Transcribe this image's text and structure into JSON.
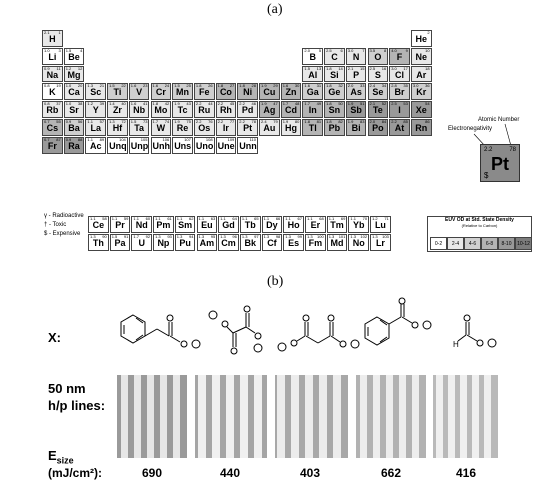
{
  "panel_a_label": "(a)",
  "panel_b_label": "(b)",
  "elements": [
    {
      "sym": "H",
      "num": "1",
      "en": "2.1",
      "row": 0,
      "col": 0,
      "shade": 1
    },
    {
      "sym": "He",
      "num": "2",
      "en": "",
      "row": 0,
      "col": 17,
      "shade": 0
    },
    {
      "sym": "Li",
      "num": "3",
      "en": "1.0",
      "row": 1,
      "col": 0,
      "shade": 0
    },
    {
      "sym": "Be",
      "num": "4",
      "en": "1.5",
      "row": 1,
      "col": 1,
      "shade": 0
    },
    {
      "sym": "B",
      "num": "5",
      "en": "2.0",
      "row": 1,
      "col": 12,
      "shade": 0
    },
    {
      "sym": "C",
      "num": "6",
      "en": "2.5",
      "row": 1,
      "col": 13,
      "shade": 1
    },
    {
      "sym": "N",
      "num": "7",
      "en": "3.0",
      "row": 1,
      "col": 14,
      "shade": 1
    },
    {
      "sym": "O",
      "num": "8",
      "en": "3.5",
      "row": 1,
      "col": 15,
      "shade": 2
    },
    {
      "sym": "F",
      "num": "9",
      "en": "4.0",
      "row": 1,
      "col": 16,
      "shade": 3
    },
    {
      "sym": "Ne",
      "num": "10",
      "en": "",
      "row": 1,
      "col": 17,
      "shade": 1
    },
    {
      "sym": "Na",
      "num": "11",
      "en": "0.9",
      "row": 2,
      "col": 0,
      "shade": 1
    },
    {
      "sym": "Mg",
      "num": "12",
      "en": "1.2",
      "row": 2,
      "col": 1,
      "shade": 1
    },
    {
      "sym": "Al",
      "num": "13",
      "en": "1.5",
      "row": 2,
      "col": 12,
      "shade": 1
    },
    {
      "sym": "Si",
      "num": "14",
      "en": "1.8",
      "row": 2,
      "col": 13,
      "shade": 1
    },
    {
      "sym": "P",
      "num": "15",
      "en": "2.1",
      "row": 2,
      "col": 14,
      "shade": 1
    },
    {
      "sym": "S",
      "num": "16",
      "en": "2.5",
      "row": 2,
      "col": 15,
      "shade": 1
    },
    {
      "sym": "Cl",
      "num": "17",
      "en": "3.0",
      "row": 2,
      "col": 16,
      "shade": 1
    },
    {
      "sym": "Ar",
      "num": "18",
      "en": "",
      "row": 2,
      "col": 17,
      "shade": 1
    },
    {
      "sym": "K",
      "num": "19",
      "en": "0.8",
      "row": 3,
      "col": 0,
      "shade": 0
    },
    {
      "sym": "Ca",
      "num": "20",
      "en": "1.0",
      "row": 3,
      "col": 1,
      "shade": 1
    },
    {
      "sym": "Sc",
      "num": "21",
      "en": "1.3",
      "row": 3,
      "col": 2,
      "shade": 1
    },
    {
      "sym": "Ti",
      "num": "22",
      "en": "1.5",
      "row": 3,
      "col": 3,
      "shade": 2
    },
    {
      "sym": "V",
      "num": "23",
      "en": "1.6",
      "row": 3,
      "col": 4,
      "shade": 2
    },
    {
      "sym": "Cr",
      "num": "24",
      "en": "1.6",
      "row": 3,
      "col": 5,
      "shade": 2
    },
    {
      "sym": "Mn",
      "num": "25",
      "en": "1.5",
      "row": 3,
      "col": 6,
      "shade": 2
    },
    {
      "sym": "Fe",
      "num": "26",
      "en": "1.8",
      "row": 3,
      "col": 7,
      "shade": 2
    },
    {
      "sym": "Co",
      "num": "27",
      "en": "1.8",
      "row": 3,
      "col": 8,
      "shade": 3
    },
    {
      "sym": "Ni",
      "num": "28",
      "en": "1.8",
      "row": 3,
      "col": 9,
      "shade": 3
    },
    {
      "sym": "Cu",
      "num": "29",
      "en": "1.9",
      "row": 3,
      "col": 10,
      "shade": 3
    },
    {
      "sym": "Zn",
      "num": "30",
      "en": "1.6",
      "row": 3,
      "col": 11,
      "shade": 3
    },
    {
      "sym": "Ga",
      "num": "31",
      "en": "1.6",
      "row": 3,
      "col": 12,
      "shade": 2
    },
    {
      "sym": "Ge",
      "num": "32",
      "en": "1.8",
      "row": 3,
      "col": 13,
      "shade": 2
    },
    {
      "sym": "As",
      "num": "33",
      "en": "2.0",
      "row": 3,
      "col": 14,
      "shade": 2
    },
    {
      "sym": "Se",
      "num": "34",
      "en": "2.4",
      "row": 3,
      "col": 15,
      "shade": 2
    },
    {
      "sym": "Br",
      "num": "35",
      "en": "2.8",
      "row": 3,
      "col": 16,
      "shade": 2
    },
    {
      "sym": "Kr",
      "num": "36",
      "en": "3.0",
      "row": 3,
      "col": 17,
      "shade": 2
    },
    {
      "sym": "Rb",
      "num": "37",
      "en": "0.8",
      "row": 4,
      "col": 0,
      "shade": 1
    },
    {
      "sym": "Sr",
      "num": "38",
      "en": "1.0",
      "row": 4,
      "col": 1,
      "shade": 1
    },
    {
      "sym": "Y",
      "num": "39",
      "en": "1.2",
      "row": 4,
      "col": 2,
      "shade": 1
    },
    {
      "sym": "Zr",
      "num": "40",
      "en": "1.4",
      "row": 4,
      "col": 3,
      "shade": 1
    },
    {
      "sym": "Nb",
      "num": "41",
      "en": "1.6",
      "row": 4,
      "col": 4,
      "shade": 1
    },
    {
      "sym": "Mo",
      "num": "42",
      "en": "1.8",
      "row": 4,
      "col": 5,
      "shade": 1
    },
    {
      "sym": "Tc",
      "num": "43",
      "en": "1.9",
      "row": 4,
      "col": 6,
      "shade": 1
    },
    {
      "sym": "Ru",
      "num": "44",
      "en": "2.2",
      "row": 4,
      "col": 7,
      "shade": 1
    },
    {
      "sym": "Rh",
      "num": "45",
      "en": "2.2",
      "row": 4,
      "col": 8,
      "shade": 1
    },
    {
      "sym": "Pd",
      "num": "46",
      "en": "2.2",
      "row": 4,
      "col": 9,
      "shade": 1
    },
    {
      "sym": "Ag",
      "num": "47",
      "en": "1.9",
      "row": 4,
      "col": 10,
      "shade": 3
    },
    {
      "sym": "Cd",
      "num": "48",
      "en": "1.7",
      "row": 4,
      "col": 11,
      "shade": 3
    },
    {
      "sym": "In",
      "num": "49",
      "en": "1.7",
      "row": 4,
      "col": 12,
      "shade": 3
    },
    {
      "sym": "Sn",
      "num": "50",
      "en": "1.8",
      "row": 4,
      "col": 13,
      "shade": 3
    },
    {
      "sym": "Sb",
      "num": "51",
      "en": "1.9",
      "row": 4,
      "col": 14,
      "shade": 4
    },
    {
      "sym": "Te",
      "num": "52",
      "en": "2.1",
      "row": 4,
      "col": 15,
      "shade": 4
    },
    {
      "sym": "I",
      "num": "53",
      "en": "2.5",
      "row": 4,
      "col": 16,
      "shade": 4
    },
    {
      "sym": "Xe",
      "num": "54",
      "en": "",
      "row": 4,
      "col": 17,
      "shade": 4
    },
    {
      "sym": "Cs",
      "num": "55",
      "en": "0.7",
      "row": 5,
      "col": 0,
      "shade": 3
    },
    {
      "sym": "Ba",
      "num": "56",
      "en": "0.9",
      "row": 5,
      "col": 1,
      "shade": 2
    },
    {
      "sym": "La",
      "num": "57",
      "en": "1.1",
      "row": 5,
      "col": 2,
      "shade": 1
    },
    {
      "sym": "Hf",
      "num": "72",
      "en": "1.3",
      "row": 5,
      "col": 3,
      "shade": 1
    },
    {
      "sym": "Ta",
      "num": "73",
      "en": "1.5",
      "row": 5,
      "col": 4,
      "shade": 1
    },
    {
      "sym": "W",
      "num": "74",
      "en": "1.7",
      "row": 5,
      "col": 5,
      "shade": 1
    },
    {
      "sym": "Re",
      "num": "75",
      "en": "1.9",
      "row": 5,
      "col": 6,
      "shade": 1
    },
    {
      "sym": "Os",
      "num": "76",
      "en": "2.2",
      "row": 5,
      "col": 7,
      "shade": 1
    },
    {
      "sym": "Ir",
      "num": "77",
      "en": "2.2",
      "row": 5,
      "col": 8,
      "shade": 1
    },
    {
      "sym": "Pt",
      "num": "78",
      "en": "2.2",
      "row": 5,
      "col": 9,
      "shade": 1
    },
    {
      "sym": "Au",
      "num": "79",
      "en": "2.4",
      "row": 5,
      "col": 10,
      "shade": 1
    },
    {
      "sym": "Hg",
      "num": "80",
      "en": "1.9",
      "row": 5,
      "col": 11,
      "shade": 1
    },
    {
      "sym": "Tl",
      "num": "81",
      "en": "1.8",
      "row": 5,
      "col": 12,
      "shade": 3
    },
    {
      "sym": "Pb",
      "num": "82",
      "en": "1.8",
      "row": 5,
      "col": 13,
      "shade": 3
    },
    {
      "sym": "Bi",
      "num": "83",
      "en": "1.9",
      "row": 5,
      "col": 14,
      "shade": 3
    },
    {
      "sym": "Po",
      "num": "84",
      "en": "2.0",
      "row": 5,
      "col": 15,
      "shade": 4
    },
    {
      "sym": "At",
      "num": "85",
      "en": "2.2",
      "row": 5,
      "col": 16,
      "shade": 4
    },
    {
      "sym": "Rn",
      "num": "86",
      "en": "",
      "row": 5,
      "col": 17,
      "shade": 4
    },
    {
      "sym": "Fr",
      "num": "87",
      "en": "0.7",
      "row": 6,
      "col": 0,
      "shade": 4
    },
    {
      "sym": "Ra",
      "num": "88",
      "en": "0.9",
      "row": 6,
      "col": 1,
      "shade": 4
    },
    {
      "sym": "Ac",
      "num": "89",
      "en": "1.1",
      "row": 6,
      "col": 2,
      "shade": 0
    },
    {
      "sym": "Unq",
      "num": "104",
      "en": "",
      "row": 6,
      "col": 3,
      "shade": 0
    },
    {
      "sym": "Unp",
      "num": "105",
      "en": "",
      "row": 6,
      "col": 4,
      "shade": 0
    },
    {
      "sym": "Unh",
      "num": "106",
      "en": "",
      "row": 6,
      "col": 5,
      "shade": 0
    },
    {
      "sym": "Uns",
      "num": "107",
      "en": "",
      "row": 6,
      "col": 6,
      "shade": 0
    },
    {
      "sym": "Uno",
      "num": "108",
      "en": "",
      "row": 6,
      "col": 7,
      "shade": 0
    },
    {
      "sym": "Une",
      "num": "109",
      "en": "",
      "row": 6,
      "col": 8,
      "shade": 0
    },
    {
      "sym": "Unn",
      "num": "110",
      "en": "",
      "row": 6,
      "col": 9,
      "shade": 0
    }
  ],
  "lanthanides": [
    {
      "sym": "Ce",
      "num": "58",
      "en": "1.1"
    },
    {
      "sym": "Pr",
      "num": "59",
      "en": "1.1"
    },
    {
      "sym": "Nd",
      "num": "60",
      "en": "1.1"
    },
    {
      "sym": "Pm",
      "num": "61",
      "en": "1.1"
    },
    {
      "sym": "Sm",
      "num": "62",
      "en": "1.1"
    },
    {
      "sym": "Eu",
      "num": "63",
      "en": "1.1"
    },
    {
      "sym": "Gd",
      "num": "64",
      "en": "1.1"
    },
    {
      "sym": "Tb",
      "num": "65",
      "en": "1.1"
    },
    {
      "sym": "Dy",
      "num": "66",
      "en": "1.1"
    },
    {
      "sym": "Ho",
      "num": "67",
      "en": "1.1"
    },
    {
      "sym": "Er",
      "num": "68",
      "en": "1.1"
    },
    {
      "sym": "Tm",
      "num": "69",
      "en": "1.1"
    },
    {
      "sym": "Yb",
      "num": "70",
      "en": "1.1"
    },
    {
      "sym": "Lu",
      "num": "71",
      "en": "1.2"
    }
  ],
  "actinides": [
    {
      "sym": "Th",
      "num": "90",
      "en": "1.3"
    },
    {
      "sym": "Pa",
      "num": "91",
      "en": "1.5"
    },
    {
      "sym": "U",
      "num": "92",
      "en": "1.7"
    },
    {
      "sym": "Np",
      "num": "93",
      "en": "1.3"
    },
    {
      "sym": "Pu",
      "num": "94",
      "en": "1.3"
    },
    {
      "sym": "Am",
      "num": "95",
      "en": "1.3"
    },
    {
      "sym": "Cm",
      "num": "96",
      "en": "1.3"
    },
    {
      "sym": "Bk",
      "num": "97",
      "en": "1.3"
    },
    {
      "sym": "Cf",
      "num": "98",
      "en": "1.3"
    },
    {
      "sym": "Es",
      "num": "99",
      "en": "1.3"
    },
    {
      "sym": "Fm",
      "num": "100",
      "en": "1.3"
    },
    {
      "sym": "Md",
      "num": "101",
      "en": "1.3"
    },
    {
      "sym": "No",
      "num": "102",
      "en": "1.3"
    },
    {
      "sym": "Lr",
      "num": "103",
      "en": "1.3"
    }
  ],
  "marks_legend": [
    "γ - Radioactive",
    "† - Toxic",
    "$ - Expensive"
  ],
  "example_card": {
    "sym": "Pt",
    "num": "78",
    "en": "2.2",
    "mark": "$"
  },
  "example_labels": {
    "electronegativity": "Electronegativity",
    "atomic_number": "Atomic Number"
  },
  "euv_legend": {
    "title": "EUV OD at Std. State Density",
    "subtitle": "(Relative to Carbon)",
    "ranges": [
      "0-2",
      "2-4",
      "4-6",
      "6-8",
      "8-10",
      "10-12"
    ]
  },
  "shade_colors": [
    "#ffffff",
    "#e8e8e8",
    "#cfcfcf",
    "#b4b4b4",
    "#999999",
    "#7c7c7c"
  ],
  "panel_b": {
    "x_label": "X:",
    "lines_label_1": "50 nm",
    "lines_label_2": "h/p lines:",
    "esize_label_main": "E",
    "esize_label_sub": "size",
    "esize_units": "(mJ/cm²):",
    "esize_values": [
      "690",
      "440",
      "403",
      "662",
      "416"
    ]
  }
}
